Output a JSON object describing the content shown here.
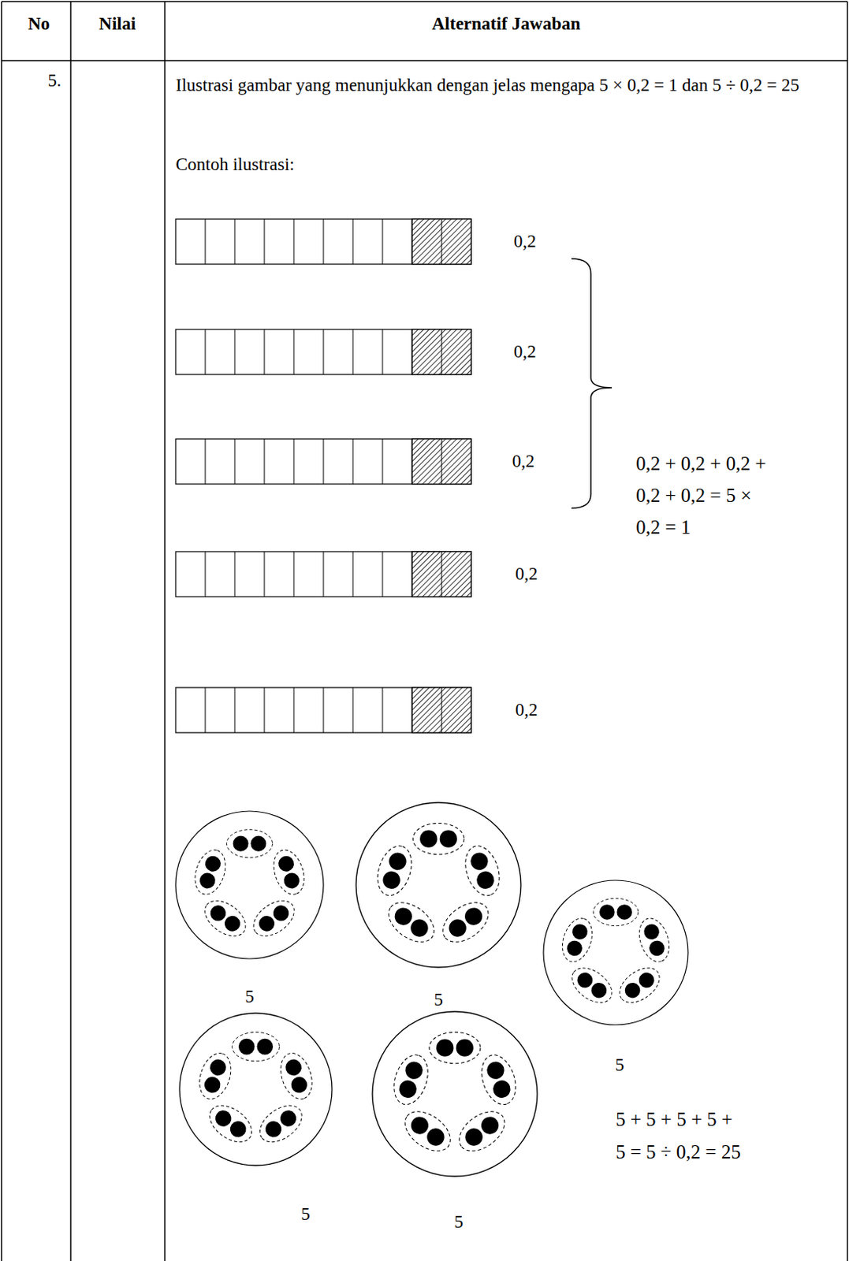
{
  "diagram": {
    "labels": [
      "No",
      "Nilai",
      "Alternatif Jawaban",
      "5.",
      "Ilustrasi gambar yang menunjukkan dengan jelas mengapa 5 × 0,2 = 1 dan 5 ÷ 0,2 = 25",
      "Contoh ilustrasi:",
      "0,2",
      "0,2",
      "0,2",
      "0,2",
      "0,2",
      "0,2 + 0,2 + 0,2 + 0,2 + 0,2 = 5 × 0,2 = 1",
      "5",
      "5",
      "5",
      "5",
      "5",
      "5 + 5 + 5 + 5 + 5 = 5 ÷ 0,2 = 25"
    ]
  }
}
